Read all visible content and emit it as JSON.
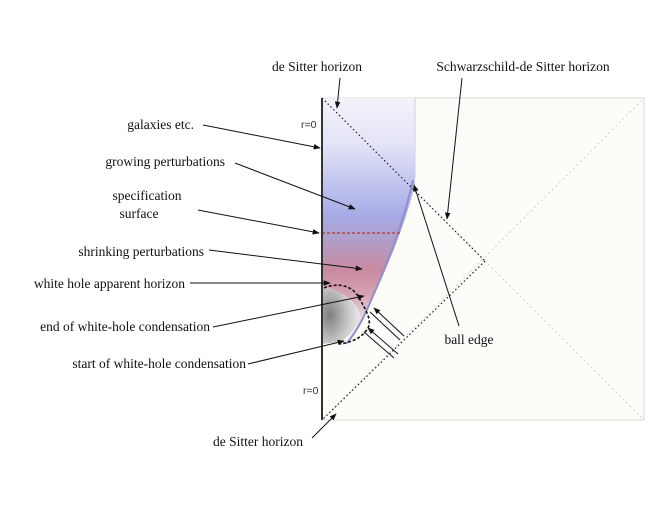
{
  "labels": {
    "de_sitter_horizon_top": "de Sitter horizon",
    "schwarzschild_de_sitter_horizon": "Schwarzschild-de Sitter horizon",
    "galaxies": "galaxies etc.",
    "growing_perturbations": "growing perturbations",
    "specification_line1": "specification",
    "specification_line2": "surface",
    "shrinking_perturbations": "shrinking perturbations",
    "white_hole_apparent_horizon": "white hole apparent horizon",
    "end_of_condensation": "end of white-hole condensation",
    "start_of_condensation": "start of white-hole condensation",
    "ball_edge": "ball edge",
    "de_sitter_horizon_bottom": "de Sitter horizon"
  },
  "axis_marks": {
    "r_zero_top": "r=0",
    "r_zero_bottom": "r=0"
  },
  "colors": {
    "top_region": "#eeeef8",
    "growing_region": "#a6abe6",
    "shrinking_region": "#c98aa0",
    "spec_surface": "#b23a2a",
    "ball_edge_curve": "#8f8fd0",
    "inner_region": "#9a9a9a"
  }
}
